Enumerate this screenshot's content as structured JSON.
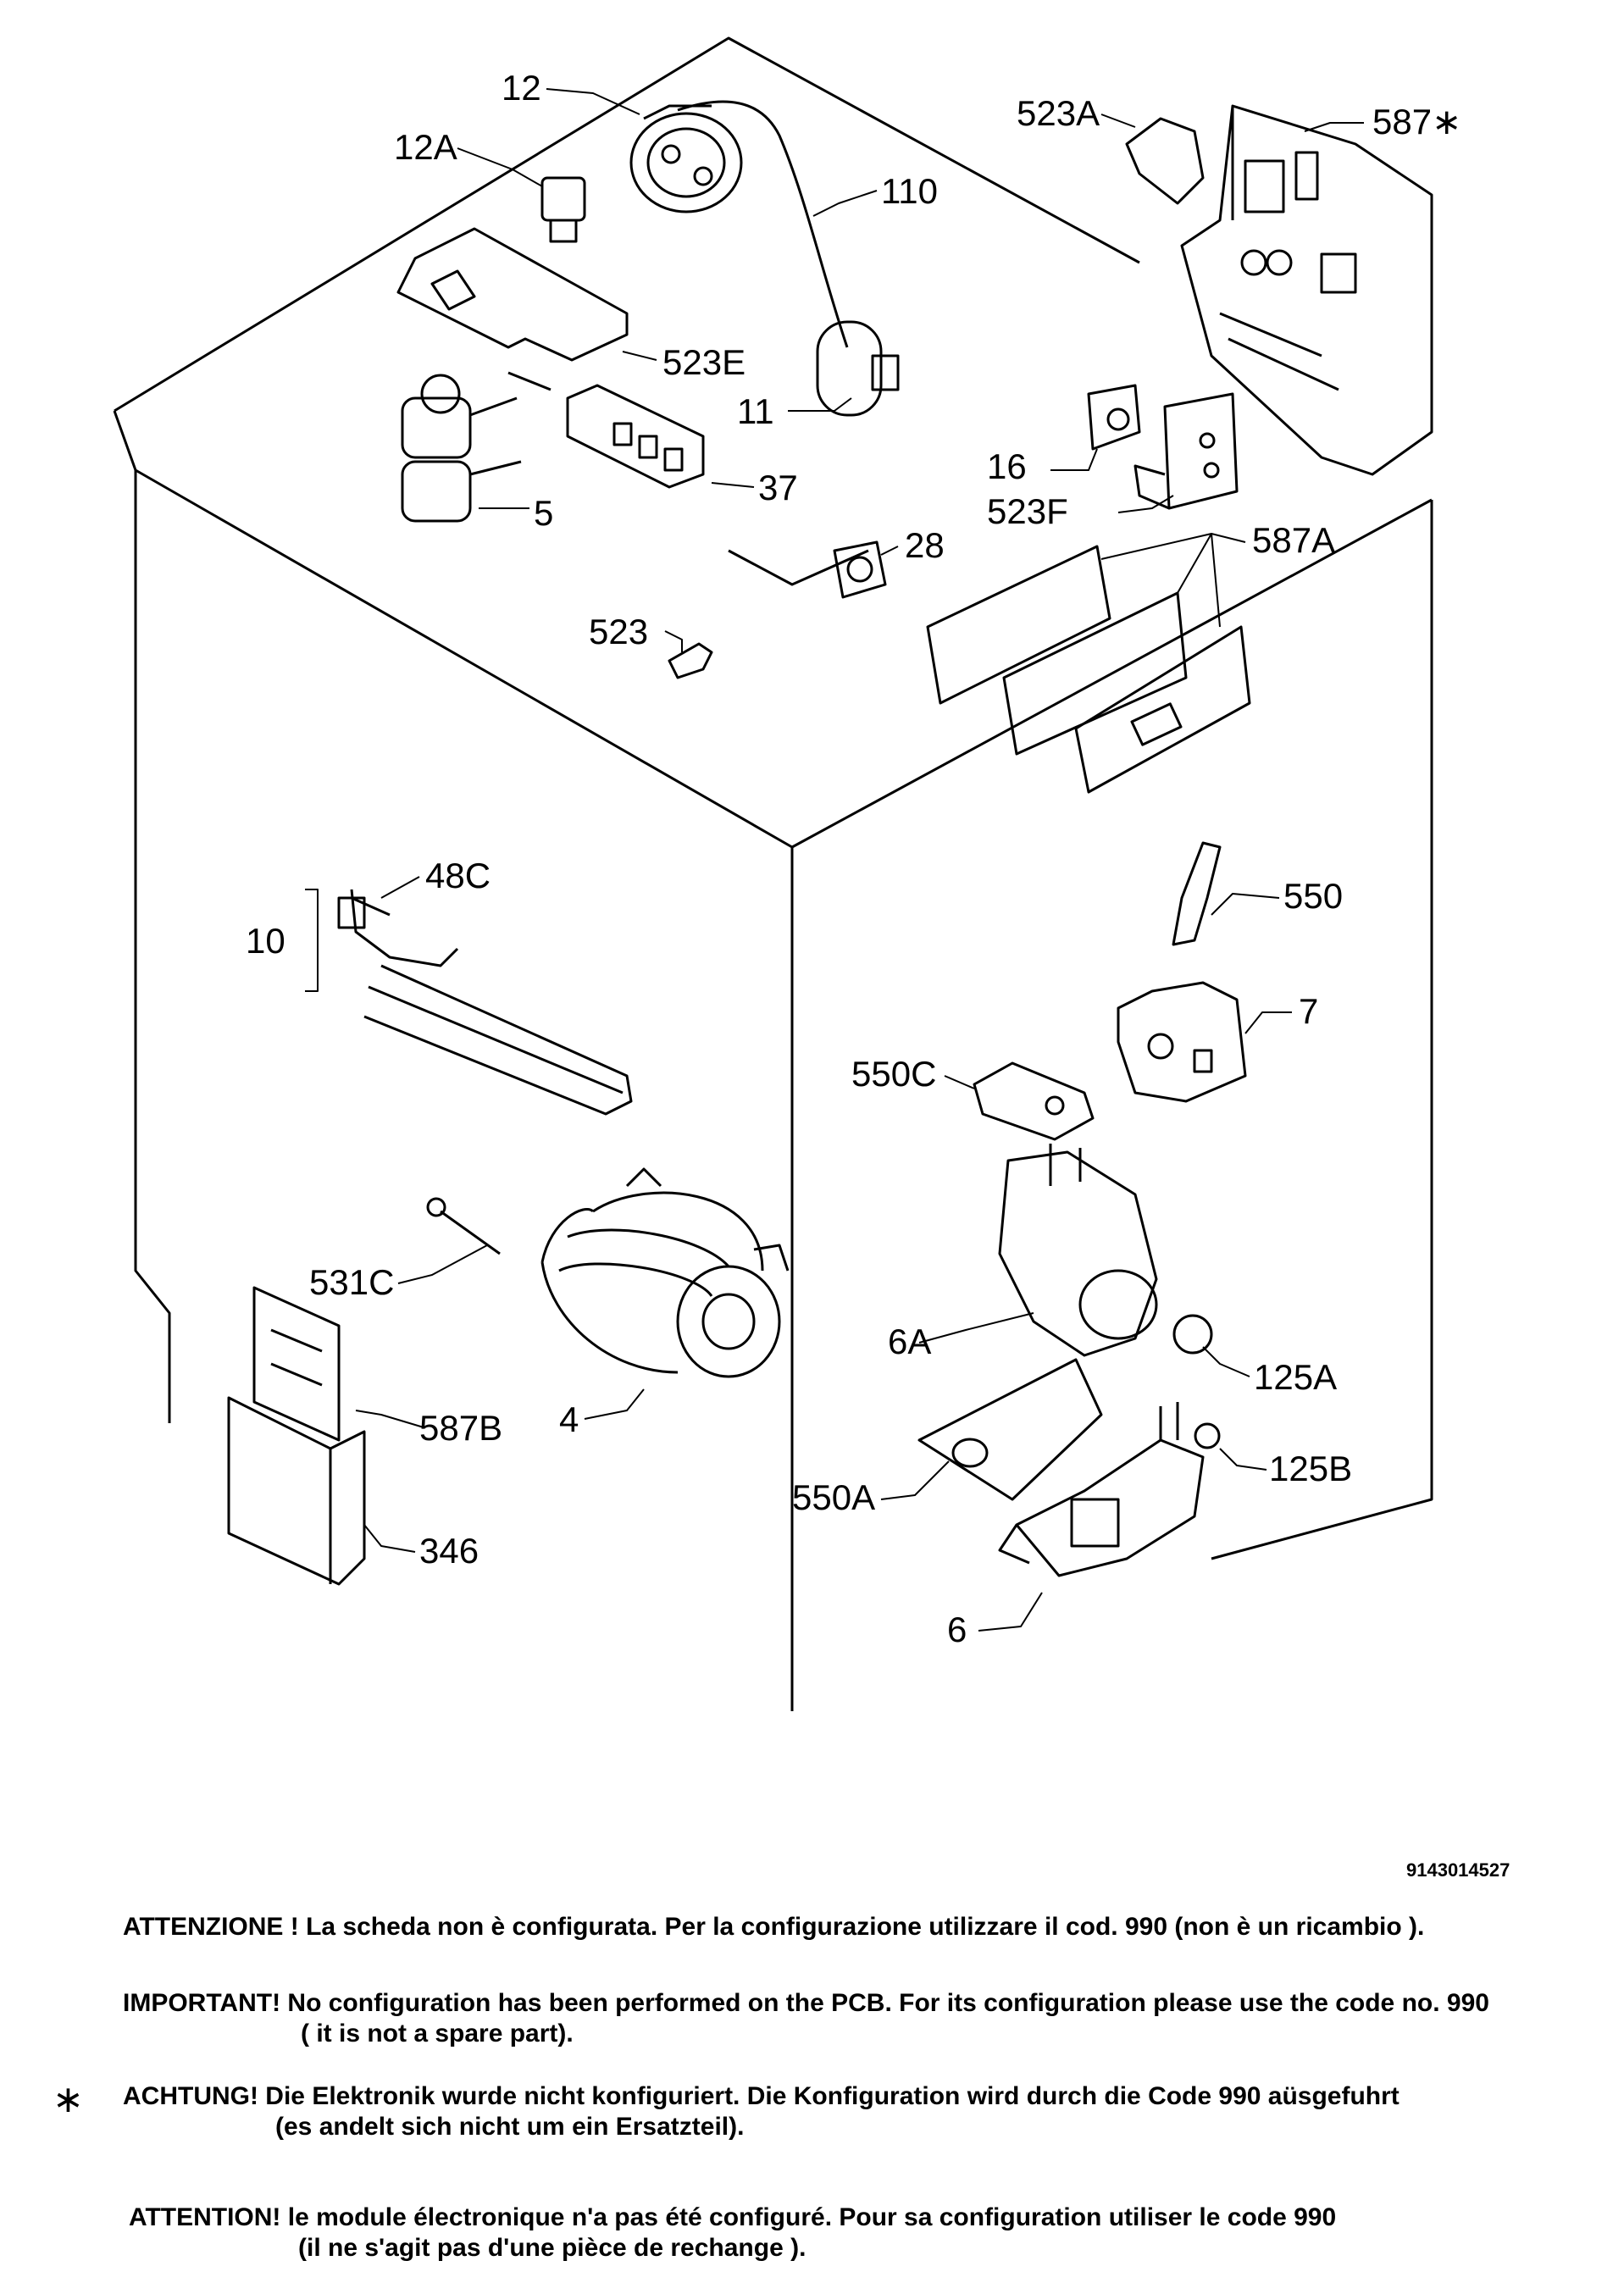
{
  "document_code": "9143014527",
  "callouts": {
    "c12": "12",
    "c12a": "12A",
    "c110": "110",
    "c523e": "523E",
    "c11": "11",
    "c37": "37",
    "c5": "5",
    "c523": "523",
    "c523a": "523A",
    "c587star": "587∗",
    "c16": "16",
    "c523f": "523F",
    "c28": "28",
    "c587a": "587A",
    "c48c": "48C",
    "c10": "10",
    "c550": "550",
    "c7": "7",
    "c550c": "550C",
    "c531c": "531C",
    "c4": "4",
    "c6a": "6A",
    "c125a": "125A",
    "c587b": "587B",
    "c125b": "125B",
    "c550a": "550A",
    "c346": "346",
    "c6": "6"
  },
  "notes": {
    "it": "ATTENZIONE ! La scheda non è configurata. Per la configurazione utilizzare il cod. 990 (non è un ricambio ).",
    "en_1": "IMPORTANT! No configuration has been performed on the PCB. For its configuration please use the code no. 990",
    "en_2": "( it is not a spare part).",
    "de_1": "ACHTUNG! Die Elektronik wurde nicht konfiguriert. Die Konfiguration wird durch die Code 990 aüsgefuhrt",
    "de_2": "(es andelt sich nicht um ein Ersatzteil).",
    "fr_1": "ATTENTION! le module électronique n'a pas été configuré. Pour sa configuration utiliser le code 990",
    "fr_2": "(il ne s'agit pas d'une pièce de rechange ).",
    "asterisk": "∗"
  }
}
